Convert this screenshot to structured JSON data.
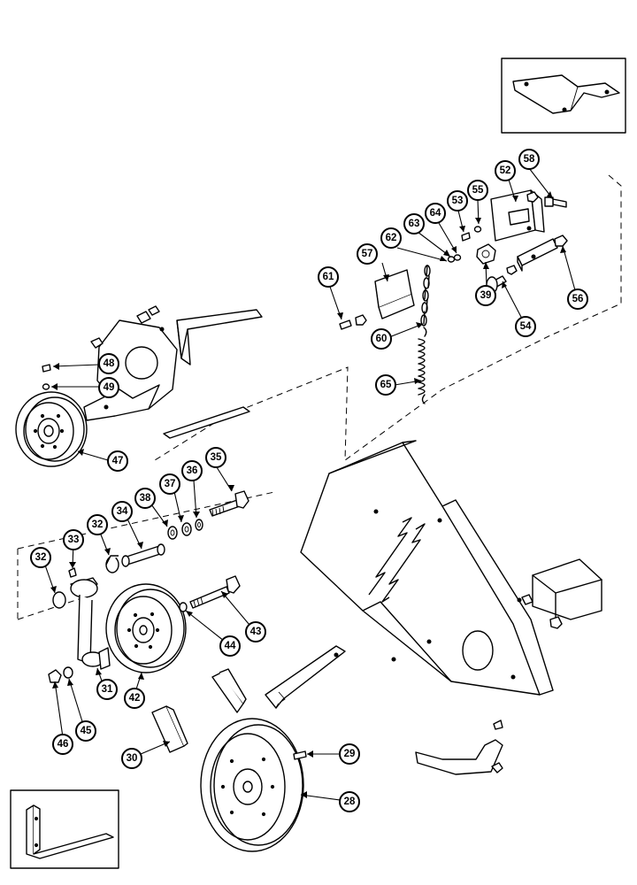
{
  "callouts": [
    {
      "id": "c58",
      "label": "58"
    },
    {
      "id": "c52",
      "label": "52"
    },
    {
      "id": "c55",
      "label": "55"
    },
    {
      "id": "c53",
      "label": "53"
    },
    {
      "id": "c64",
      "label": "64"
    },
    {
      "id": "c63",
      "label": "63"
    },
    {
      "id": "c62",
      "label": "62"
    },
    {
      "id": "c57",
      "label": "57"
    },
    {
      "id": "c61",
      "label": "61"
    },
    {
      "id": "c60",
      "label": "60"
    },
    {
      "id": "c39",
      "label": "39"
    },
    {
      "id": "c54",
      "label": "54"
    },
    {
      "id": "c56",
      "label": "56"
    },
    {
      "id": "c65",
      "label": "65"
    },
    {
      "id": "c48",
      "label": "48"
    },
    {
      "id": "c49",
      "label": "49"
    },
    {
      "id": "c47",
      "label": "47"
    },
    {
      "id": "c35",
      "label": "35"
    },
    {
      "id": "c36",
      "label": "36"
    },
    {
      "id": "c37",
      "label": "37"
    },
    {
      "id": "c38",
      "label": "38"
    },
    {
      "id": "c34",
      "label": "34"
    },
    {
      "id": "c32a",
      "label": "32"
    },
    {
      "id": "c33",
      "label": "33"
    },
    {
      "id": "c32b",
      "label": "32"
    },
    {
      "id": "c43",
      "label": "43"
    },
    {
      "id": "c44",
      "label": "44"
    },
    {
      "id": "c42",
      "label": "42"
    },
    {
      "id": "c31",
      "label": "31"
    },
    {
      "id": "c45",
      "label": "45"
    },
    {
      "id": "c46",
      "label": "46"
    },
    {
      "id": "c30",
      "label": "30"
    },
    {
      "id": "c29",
      "label": "29"
    },
    {
      "id": "c28",
      "label": "28"
    }
  ]
}
